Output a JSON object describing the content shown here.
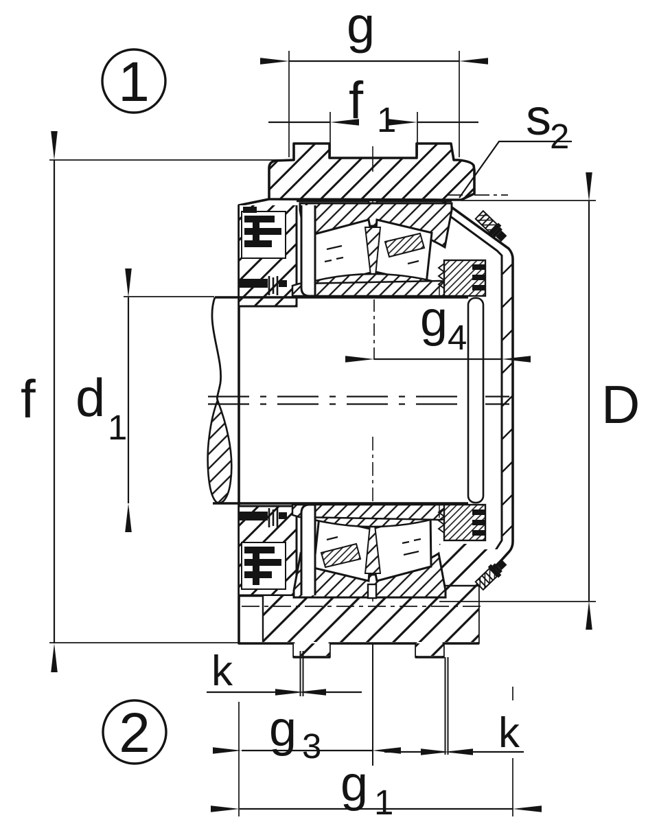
{
  "drawing": {
    "callout_1": "1",
    "callout_2": "2",
    "dim_g": {
      "base": "g",
      "sub": ""
    },
    "dim_f1": {
      "base": "f",
      "sub": "1"
    },
    "dim_s2": {
      "base": "s",
      "sub": "2"
    },
    "dim_g4": {
      "base": "g",
      "sub": "4"
    },
    "dim_d1": {
      "base": "d",
      "sub": "1"
    },
    "dim_f": {
      "base": "f",
      "sub": ""
    },
    "dim_D": {
      "base": "D",
      "sub": ""
    },
    "dim_k_left": {
      "base": "k",
      "sub": ""
    },
    "dim_g3": {
      "base": "g",
      "sub": "3"
    },
    "dim_k_right": {
      "base": "k",
      "sub": ""
    },
    "dim_g1": {
      "base": "g",
      "sub": "1"
    },
    "colors": {
      "ink": "#141414",
      "paper": "#ffffff"
    }
  }
}
